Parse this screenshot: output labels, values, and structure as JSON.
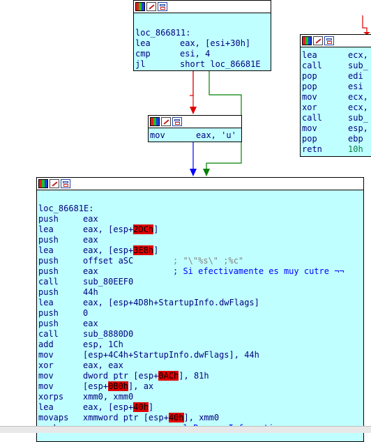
{
  "node_top": {
    "label": "loc_866811:",
    "lines": [
      {
        "mn": "lea",
        "op": "eax, [esi+30h]"
      },
      {
        "mn": "cmp",
        "op": "esi, 4"
      },
      {
        "mn": "jl",
        "op": "short loc_86681E"
      }
    ]
  },
  "node_mid": {
    "lines": [
      {
        "mn": "mov",
        "op": "eax, 'u'"
      }
    ]
  },
  "node_right": {
    "lines": [
      {
        "mn": "lea",
        "op": "ecx,"
      },
      {
        "mn": "call",
        "op": "sub_"
      },
      {
        "mn": "pop",
        "op": "edi"
      },
      {
        "mn": "pop",
        "op": "esi"
      },
      {
        "mn": "mov",
        "op": "ecx,"
      },
      {
        "mn": "xor",
        "op": "ecx,"
      },
      {
        "mn": "call",
        "op": "sub_"
      },
      {
        "mn": "mov",
        "op": "esp,"
      },
      {
        "mn": "pop",
        "op": "ebp"
      },
      {
        "mn": "retn",
        "op": "10h"
      }
    ]
  },
  "node_main": {
    "label": "loc_86681E:",
    "lines": [
      {
        "mn": "push",
        "a": "eax"
      },
      {
        "mn": "lea",
        "a": "eax, [esp+",
        "h": "2DCh",
        "b": "]"
      },
      {
        "mn": "push",
        "a": "eax"
      },
      {
        "mn": "lea",
        "a": "eax, [esp+",
        "h": "3E8h",
        "b": "]"
      },
      {
        "mn": "push",
        "a": "offset aSC",
        "c": "; \"\\\"%s\\\" ;%c\"",
        "cgrey": true
      },
      {
        "mn": "push",
        "a": "eax",
        "c": "; Si efectivamente es muy cutre ¬¬"
      },
      {
        "mn": "call",
        "a": "sub_80EEF0"
      },
      {
        "mn": "push",
        "a": "44h"
      },
      {
        "mn": "lea",
        "a": "eax, [esp+4D8h+StartupInfo.dwFlags]"
      },
      {
        "mn": "push",
        "a": "0"
      },
      {
        "mn": "push",
        "a": "eax"
      },
      {
        "mn": "call",
        "a": "sub_8880D0"
      },
      {
        "mn": "add",
        "a": "esp, 1Ch"
      },
      {
        "mn": "mov",
        "a": "[esp+4C4h+StartupInfo.dwFlags], 44h"
      },
      {
        "mn": "xor",
        "a": "eax, eax"
      },
      {
        "mn": "mov",
        "a": "dword ptr [esp+",
        "h": "0ACh",
        "b": "], 81h"
      },
      {
        "mn": "mov",
        "a": "[esp+",
        "h": "0B0h",
        "b": "], ax"
      },
      {
        "mn": "xorps",
        "a": "xmm0, xmm0"
      },
      {
        "mn": "lea",
        "a": "eax, [esp+",
        "h": "40h",
        "b": "]"
      },
      {
        "mn": "movaps",
        "a": "xmmword ptr [esp+",
        "h": "40h",
        "b": "], xmm0"
      },
      {
        "mn": "push",
        "a": "eax",
        "c": "; lpProcessInformation"
      }
    ]
  },
  "colors": {
    "node_bg": "#c0ffff",
    "text": "#000080",
    "highlight": "#e00000",
    "edge_false": "#e00000",
    "edge_true": "#008000",
    "edge_uncond": "#0000ff"
  }
}
